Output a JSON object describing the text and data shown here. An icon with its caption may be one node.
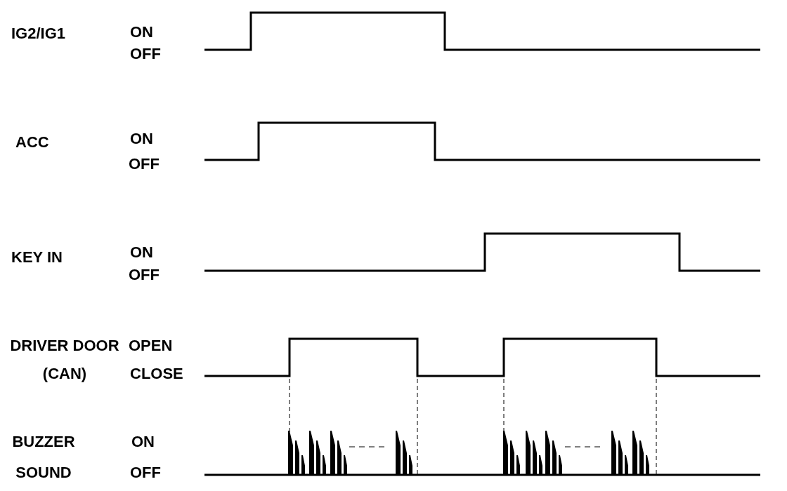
{
  "diagram": {
    "labels": [
      "IG2/IG1",
      "ON",
      "OFF",
      "ACC",
      "ON",
      "OFF",
      "KEY IN",
      "ON",
      "OFF",
      "DRIVER DOOR (CAN)",
      "OPEN",
      "CLOSE",
      "BUZZER SOUND",
      "ON",
      "OFF"
    ]
  }
}
